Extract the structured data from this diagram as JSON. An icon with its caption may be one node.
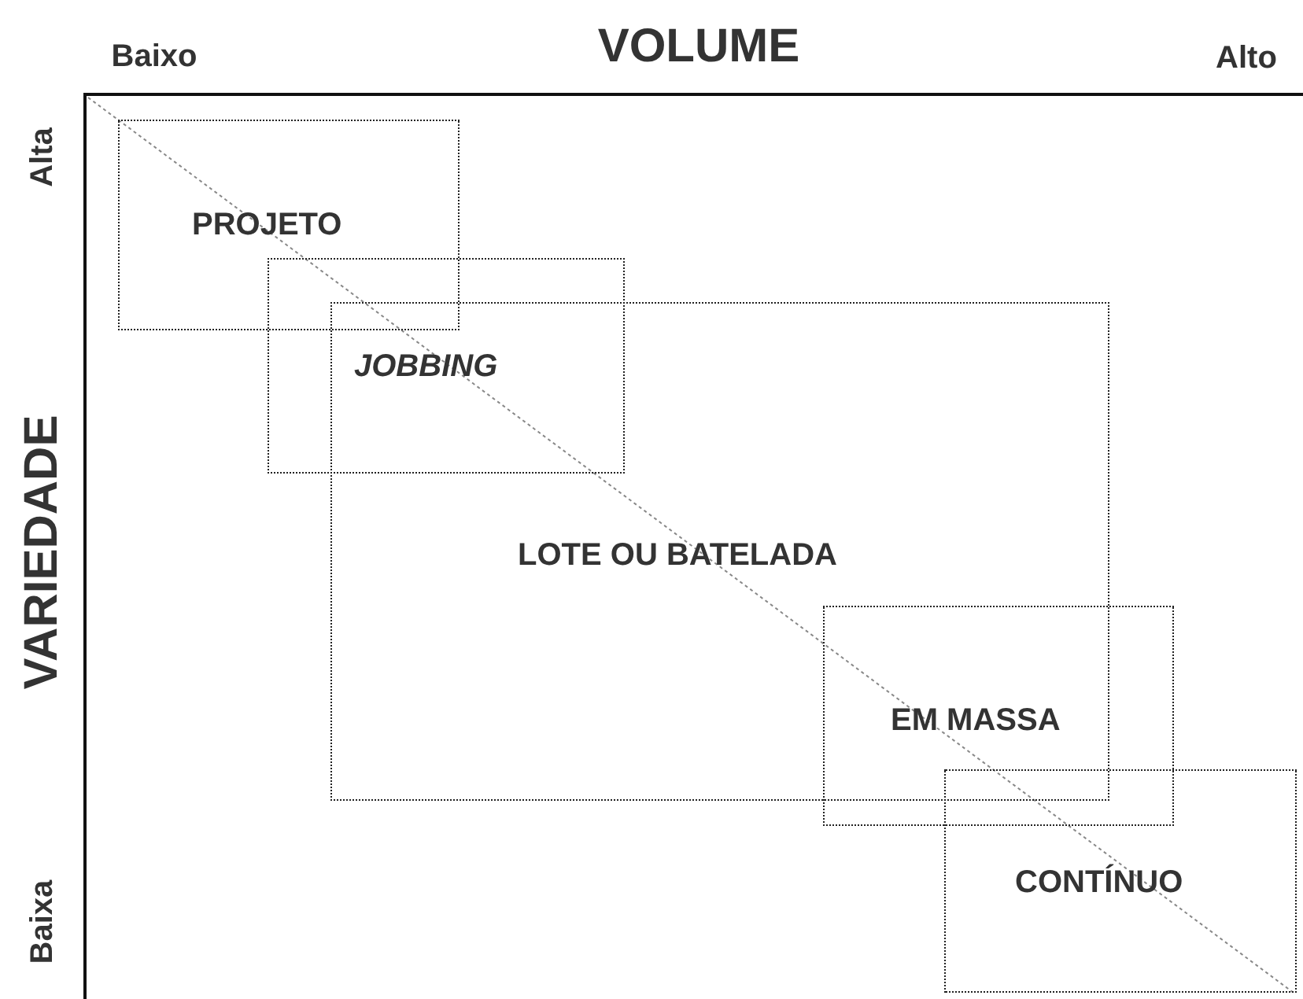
{
  "diagram": {
    "nodes": [
      {
        "text": [
          "PROJETO"
        ]
      },
      {
        "text": [
          "JOBBING"
        ]
      },
      {
        "text": [
          "LOTE OU BATELADA"
        ]
      },
      {
        "text": [
          "EM MASSA"
        ]
      },
      {
        "text": [
          "CONTÍNUO"
        ]
      }
    ],
    "labels": [
      "Baixo",
      "VOLUME",
      "Alto",
      "Alta",
      "VARIEDADE",
      "Baixa"
    ]
  }
}
